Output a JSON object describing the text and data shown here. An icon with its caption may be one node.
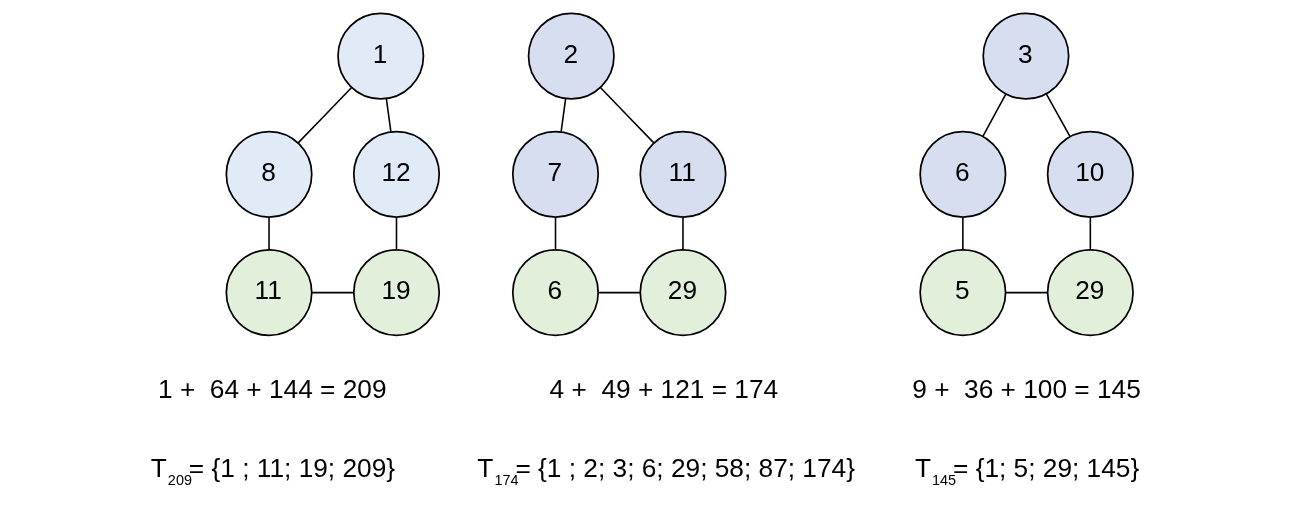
{
  "diagram": {
    "nodes": [
      {
        "text": [
          "1"
        ]
      },
      {
        "text": [
          "8"
        ]
      },
      {
        "text": [
          "12"
        ]
      },
      {
        "text": [
          "11"
        ]
      },
      {
        "text": [
          "19"
        ]
      },
      {
        "text": [
          "2"
        ]
      },
      {
        "text": [
          "7"
        ]
      },
      {
        "text": [
          "11"
        ]
      },
      {
        "text": [
          "6"
        ]
      },
      {
        "text": [
          "29"
        ]
      },
      {
        "text": [
          "3"
        ]
      },
      {
        "text": [
          "6"
        ]
      },
      {
        "text": [
          "10"
        ]
      },
      {
        "text": [
          "5"
        ]
      },
      {
        "text": [
          "29"
        ]
      }
    ],
    "edges": [
      {
        "from": 0,
        "to": 1,
        "arrow": "none"
      },
      {
        "from": 0,
        "to": 2,
        "arrow": "none"
      },
      {
        "from": 1,
        "to": 3,
        "arrow": "none"
      },
      {
        "from": 2,
        "to": 4,
        "arrow": "none"
      },
      {
        "from": 3,
        "to": 4,
        "arrow": "none"
      },
      {
        "from": 5,
        "to": 6,
        "arrow": "none"
      },
      {
        "from": 5,
        "to": 7,
        "arrow": "none"
      },
      {
        "from": 6,
        "to": 8,
        "arrow": "none"
      },
      {
        "from": 7,
        "to": 9,
        "arrow": "none"
      },
      {
        "from": 8,
        "to": 9,
        "arrow": "none"
      },
      {
        "from": 10,
        "to": 11,
        "arrow": "none"
      },
      {
        "from": 10,
        "to": 12,
        "arrow": "none"
      },
      {
        "from": 11,
        "to": 13,
        "arrow": "none"
      },
      {
        "from": 12,
        "to": 14,
        "arrow": "none"
      },
      {
        "from": 13,
        "to": 14,
        "arrow": "none"
      }
    ],
    "labels": [
      "1 +  64 + 144 = 209",
      "4 +  49 + 121 = 174",
      "9 +  36 + 100 = 145",
      "T$_{209}$= {1 ; 11; 19; 209}",
      "T$_{174}$= {1 ; 2; 3; 6; 29; 58; 87; 174}",
      "T$_{145}$= {1; 5; 29; 145}"
    ]
  }
}
